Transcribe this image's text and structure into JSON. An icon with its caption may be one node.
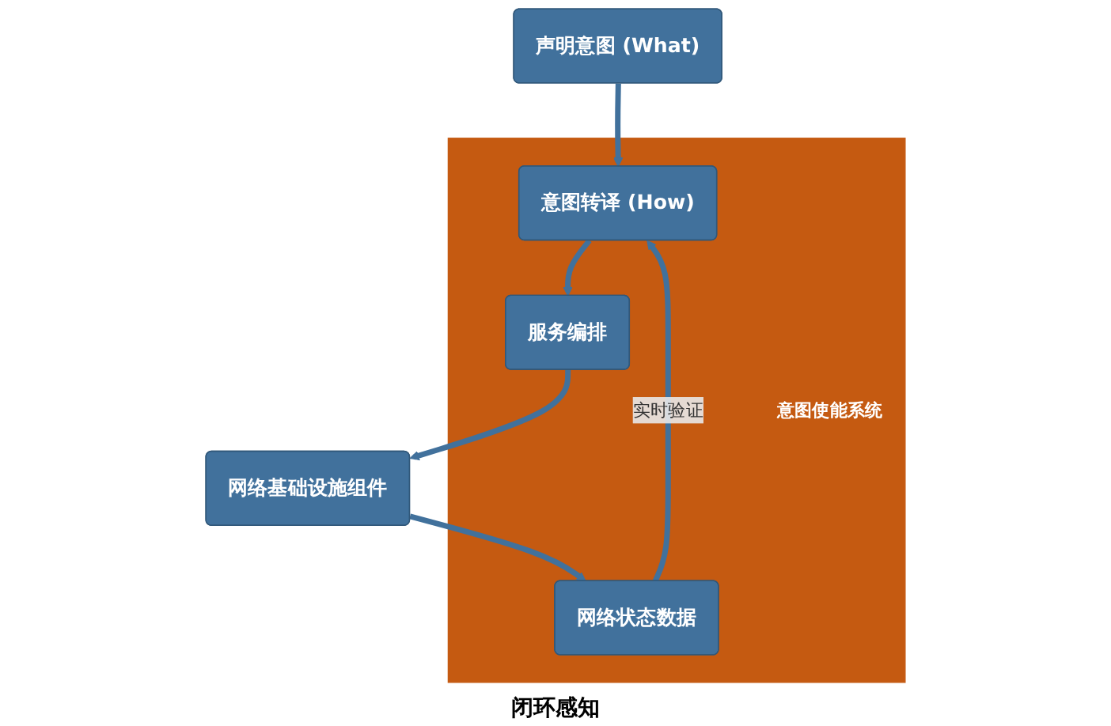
{
  "diagram": {
    "nodes": [
      {
        "text": [
          "声明意图 (What)"
        ]
      },
      {
        "text": [
          "意图使能系统"
        ]
      },
      {
        "text": [
          "意图转译 (How)"
        ],
        "in": 1
      },
      {
        "text": [
          "服务编排"
        ],
        "in": 1
      },
      {
        "text": [
          "网络状态数据"
        ],
        "in": 1
      },
      {
        "text": [
          "网络基础设施组件"
        ]
      }
    ],
    "edges": [
      {
        "from": 0,
        "to": 2,
        "arrow": "to"
      },
      {
        "from": 2,
        "to": 3,
        "arrow": "to"
      },
      {
        "from": 3,
        "to": 5,
        "arrow": "to"
      },
      {
        "from": 5,
        "to": 4,
        "arrow": "to"
      },
      {
        "from": 4,
        "to": 2,
        "arrow": "to",
        "label": "实时验证"
      }
    ],
    "labels": [
      "闭环感知"
    ]
  }
}
